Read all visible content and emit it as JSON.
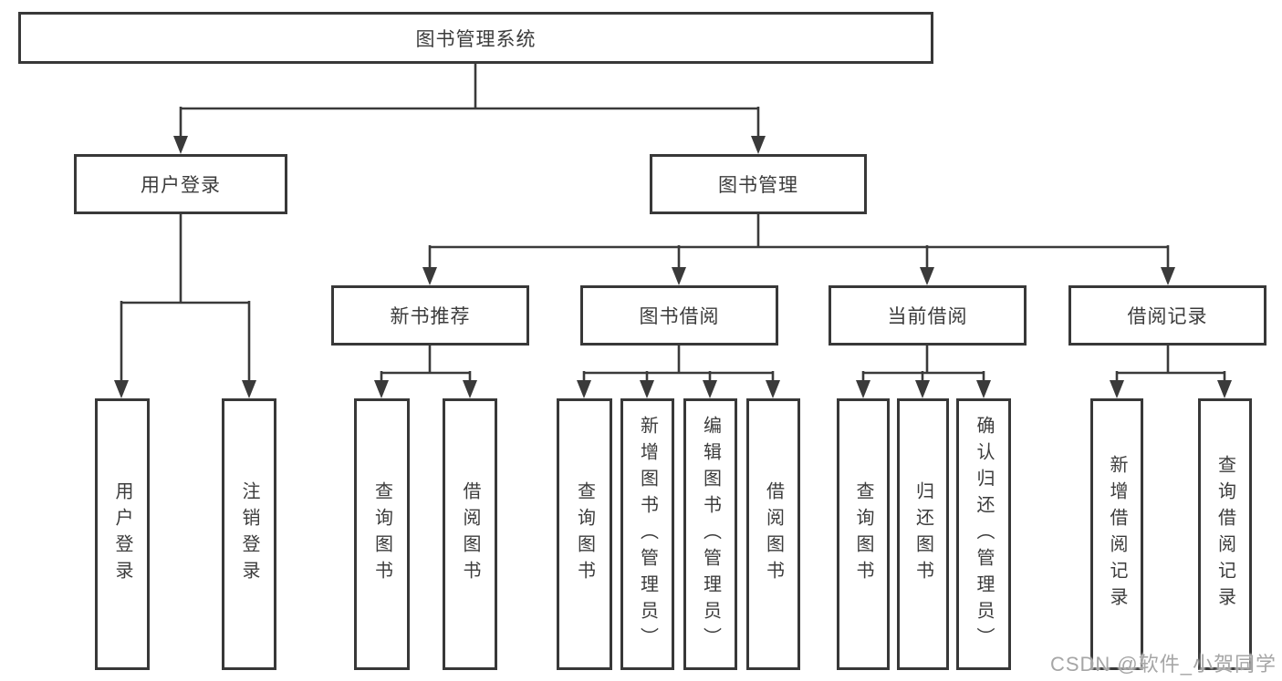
{
  "diagram": {
    "root": {
      "label": "图书管理系统"
    },
    "branches": [
      {
        "label": "用户登录",
        "children": [
          {
            "label": "用户登录"
          },
          {
            "label": "注销登录"
          }
        ]
      },
      {
        "label": "图书管理",
        "children": [
          {
            "label": "新书推荐",
            "children": [
              {
                "label": "查询图书"
              },
              {
                "label": "借阅图书"
              }
            ]
          },
          {
            "label": "图书借阅",
            "children": [
              {
                "label": "查询图书"
              },
              {
                "label": "新增图书（管理员）"
              },
              {
                "label": "编辑图书（管理员）"
              },
              {
                "label": "借阅图书"
              }
            ]
          },
          {
            "label": "当前借阅",
            "children": [
              {
                "label": "查询图书"
              },
              {
                "label": "归还图书"
              },
              {
                "label": "确认归还（管理员）"
              }
            ]
          },
          {
            "label": "借阅记录",
            "children": [
              {
                "label": "新增借阅记录"
              },
              {
                "label": "查询借阅记录"
              }
            ]
          }
        ]
      }
    ]
  },
  "watermark": {
    "text": "CSDN @软件_小贺同学"
  },
  "colors": {
    "line": "#3a3a3a",
    "box_border": "#383838",
    "text": "#3c3c3c",
    "background": "#ffffff",
    "watermark": "#a6a6a6"
  }
}
